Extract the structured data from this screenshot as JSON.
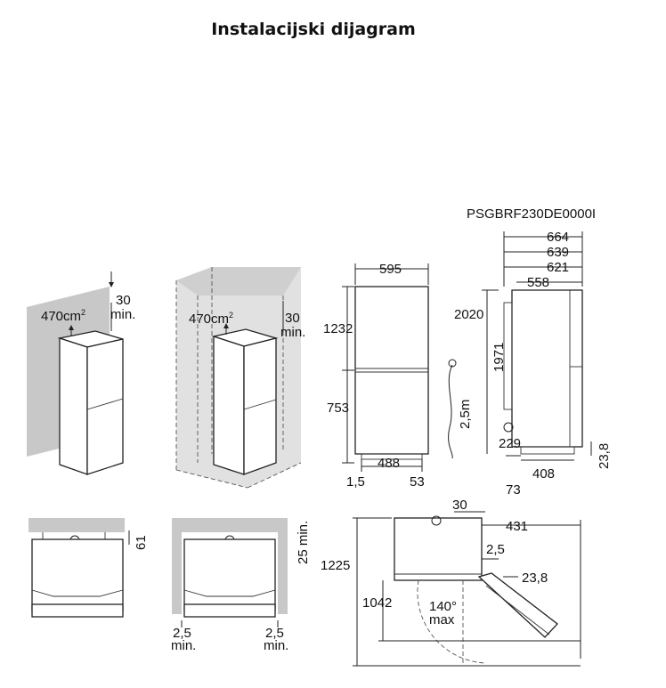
{
  "header": {
    "title": "Instalacijski dijagram"
  },
  "model": {
    "code": "PSGBRF230DE0000I"
  },
  "ventilation": {
    "area_number": "470cm",
    "area_unit_sup": "2",
    "gap_value": "30",
    "gap_unit": "min."
  },
  "front_view": {
    "width": "595",
    "upper_height": "1232",
    "lower_height": "753",
    "base_width": "488",
    "left_offset": "1,5",
    "right_offset": "53",
    "cable": "2,5m"
  },
  "side_view": {
    "depth_1": "664",
    "depth_2": "639",
    "depth_3": "621",
    "depth_4": "558",
    "total_height": "2020",
    "body_height": "1971",
    "plug_height": "229",
    "foot_height": "23,8",
    "foot_depth": "408",
    "rear_offset": "73"
  },
  "bottom_views": {
    "rear_gap": "61",
    "side_gap": "25 min.",
    "left_clearance": "2,5",
    "right_clearance": "2,5",
    "clearance_unit": "min."
  },
  "door_view": {
    "top_gap": "30",
    "door_depth": "431",
    "hinge_gap": "2,5",
    "handle_depth": "23,8",
    "total_depth": "1225",
    "open_depth": "1042",
    "angle": "140°",
    "angle_unit": "max"
  },
  "colors": {
    "wall": "#c8c8c8",
    "stroke": "#222222",
    "background": "#ffffff"
  }
}
